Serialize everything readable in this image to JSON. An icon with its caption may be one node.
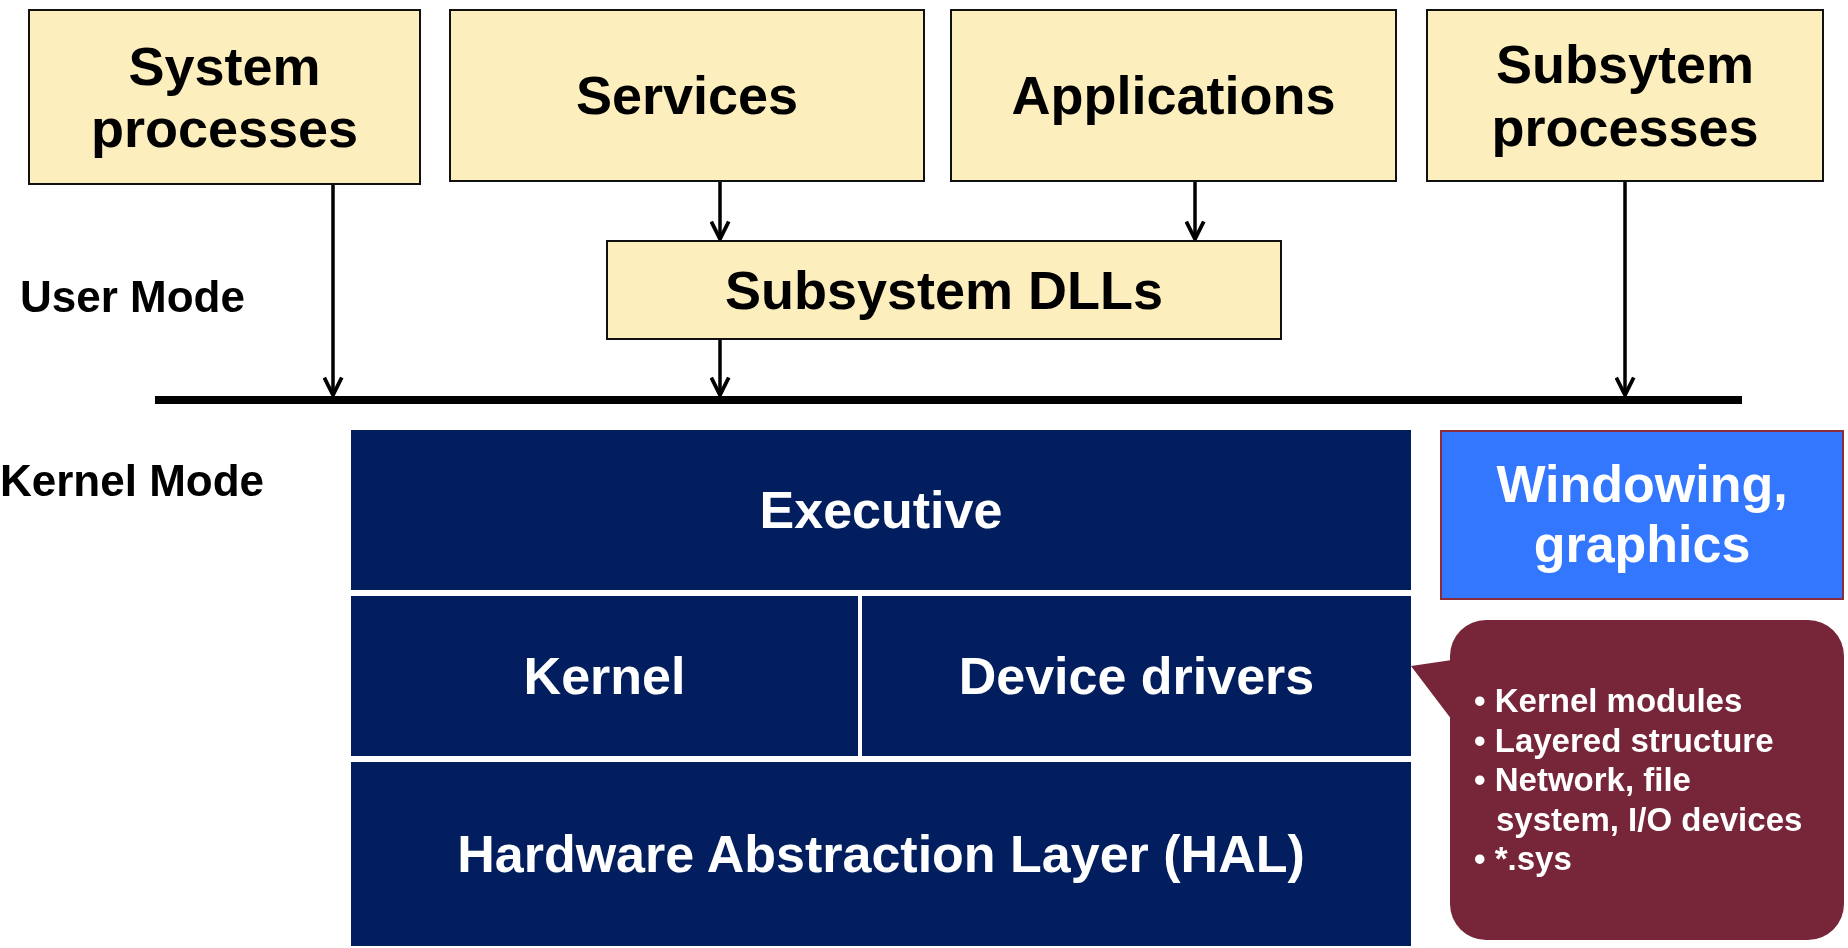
{
  "diagram": {
    "nodes": [
      {
        "text": [
          "System processes"
        ]
      },
      {
        "text": [
          "Services"
        ]
      },
      {
        "text": [
          "Applications"
        ]
      },
      {
        "text": [
          "Subsytem processes"
        ]
      },
      {
        "text": [
          "Subsystem DLLs"
        ]
      },
      {
        "text": [],
        "shape": "bar"
      },
      {
        "text": [
          "Executive"
        ]
      },
      {
        "text": [
          "Kernel"
        ]
      },
      {
        "text": [
          "Device drivers"
        ]
      },
      {
        "text": [
          "Hardware Abstraction Layer (HAL)"
        ]
      },
      {
        "text": [
          "Windowing, graphics"
        ]
      },
      {
        "text": [
          "• Kernel modules",
          "• Layered structure",
          "• Network, file system, I/O devices",
          "• *.sys"
        ]
      }
    ],
    "edges": [
      {
        "from": 0,
        "to": 5,
        "arrow": "to"
      },
      {
        "from": 1,
        "to": 4,
        "arrow": "to"
      },
      {
        "from": 2,
        "to": 4,
        "arrow": "to"
      },
      {
        "from": 4,
        "to": 5,
        "arrow": "to"
      },
      {
        "from": 3,
        "to": 5,
        "arrow": "to"
      },
      {
        "from": 11,
        "to": 8,
        "arrow": "to"
      }
    ],
    "labels": [
      "User Mode",
      "Kernel Mode"
    ]
  }
}
